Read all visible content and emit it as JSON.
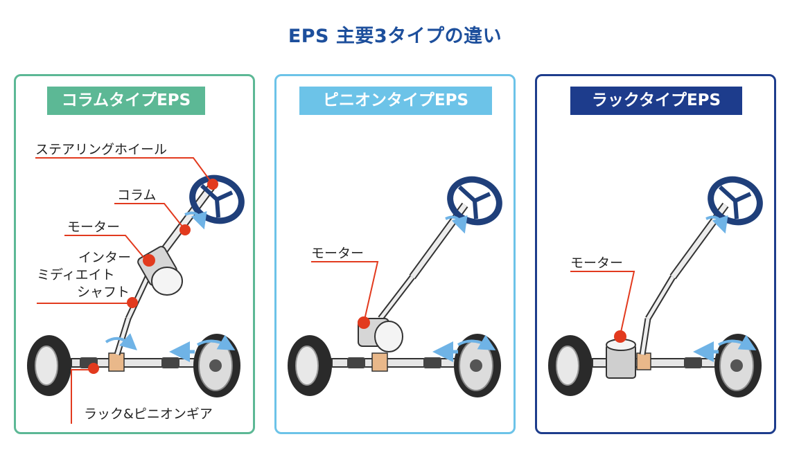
{
  "title": "EPS 主要3タイプの違い",
  "panels": [
    {
      "tag": "コラムタイプEPS",
      "labels": {
        "wheel": "ステアリングホイール",
        "column": "コラム",
        "motor": "モーター",
        "shaft1": "インター",
        "shaft2": "ミディエイト",
        "shaft3": "シャフト",
        "rack": "ラック&ピニオンギア"
      }
    },
    {
      "tag": "ピニオンタイプEPS",
      "labels": {
        "motor": "モーター"
      }
    },
    {
      "tag": "ラックタイプEPS",
      "labels": {
        "motor": "モーター"
      }
    }
  ],
  "colors": {
    "title": "#1d4f9c",
    "column_green": "#5cb895",
    "pinion_lightblue": "#6cc3e8",
    "rack_navy": "#1d3c8c",
    "leader_red": "#e23a1e",
    "wheel_navy": "#1f3f7a",
    "arrow_blue": "#6fb3e6"
  }
}
